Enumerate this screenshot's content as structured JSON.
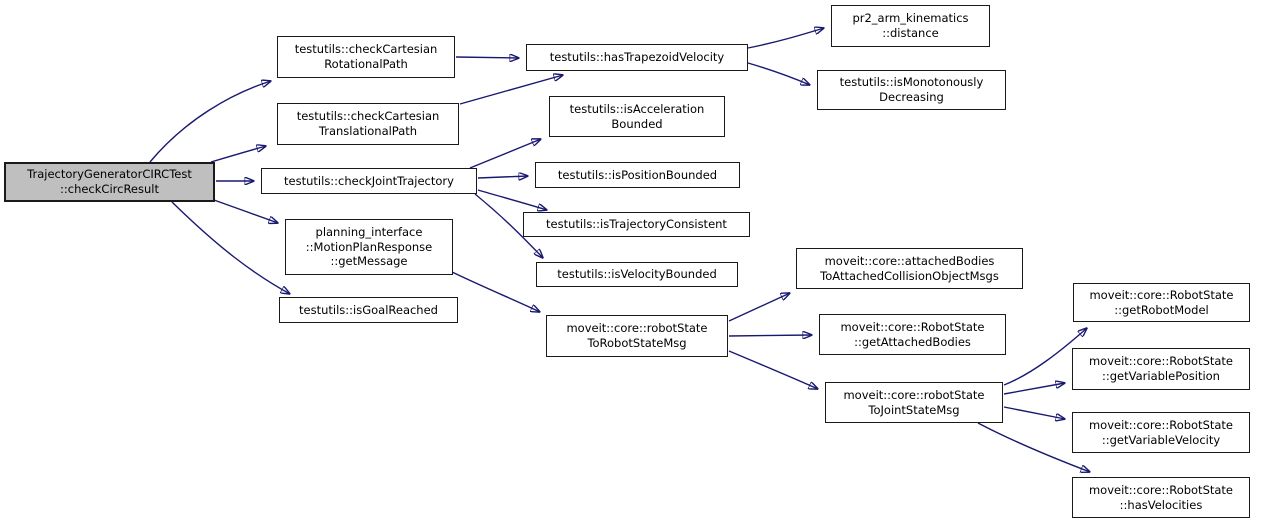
{
  "diagram": {
    "type": "call-graph",
    "colors": {
      "background": "#ffffff",
      "edge": "#191970",
      "node_border": "#1a1a1a",
      "node_fill": "#ffffff",
      "root_fill": "#bfbfbf",
      "text": "#000000"
    },
    "nodes": [
      {
        "id": "check-circ-result",
        "label": "TrajectoryGeneratorCIRCTest\n::checkCircResult",
        "root": true
      },
      {
        "id": "check-cartesian-rotational-path",
        "label": "testutils::checkCartesian\nRotationalPath"
      },
      {
        "id": "check-cartesian-translational-path",
        "label": "testutils::checkCartesian\nTranslationalPath"
      },
      {
        "id": "has-trapezoid-velocity",
        "label": "testutils::hasTrapezoidVelocity"
      },
      {
        "id": "pr2-arm-kinematics-distance",
        "label": "pr2_arm_kinematics\n::distance"
      },
      {
        "id": "is-monotonously-decreasing",
        "label": "testutils::isMonotonously\nDecreasing"
      },
      {
        "id": "check-joint-trajectory",
        "label": "testutils::checkJointTrajectory"
      },
      {
        "id": "is-acceleration-bounded",
        "label": "testutils::isAcceleration\nBounded"
      },
      {
        "id": "is-position-bounded",
        "label": "testutils::isPositionBounded"
      },
      {
        "id": "is-trajectory-consistent",
        "label": "testutils::isTrajectoryConsistent"
      },
      {
        "id": "is-velocity-bounded",
        "label": "testutils::isVelocityBounded"
      },
      {
        "id": "motion-plan-response-get-message",
        "label": "planning_interface\n::MotionPlanResponse\n::getMessage"
      },
      {
        "id": "is-goal-reached",
        "label": "testutils::isGoalReached"
      },
      {
        "id": "robot-state-to-robot-state-msg",
        "label": "moveit::core::robotState\nToRobotStateMsg"
      },
      {
        "id": "attached-bodies-to-attached-collision-object-msgs",
        "label": "moveit::core::attachedBodies\nToAttachedCollisionObjectMsgs"
      },
      {
        "id": "get-attached-bodies",
        "label": "moveit::core::RobotState\n::getAttachedBodies"
      },
      {
        "id": "robot-state-to-joint-state-msg",
        "label": "moveit::core::robotState\nToJointStateMsg"
      },
      {
        "id": "get-robot-model",
        "label": "moveit::core::RobotState\n::getRobotModel"
      },
      {
        "id": "get-variable-position",
        "label": "moveit::core::RobotState\n::getVariablePosition"
      },
      {
        "id": "get-variable-velocity",
        "label": "moveit::core::RobotState\n::getVariableVelocity"
      },
      {
        "id": "has-velocities",
        "label": "moveit::core::RobotState\n::hasVelocities"
      }
    ],
    "edges": [
      {
        "from": "check-circ-result",
        "to": "check-cartesian-rotational-path"
      },
      {
        "from": "check-circ-result",
        "to": "check-cartesian-translational-path"
      },
      {
        "from": "check-circ-result",
        "to": "check-joint-trajectory"
      },
      {
        "from": "check-circ-result",
        "to": "motion-plan-response-get-message"
      },
      {
        "from": "check-circ-result",
        "to": "is-goal-reached"
      },
      {
        "from": "check-cartesian-rotational-path",
        "to": "has-trapezoid-velocity"
      },
      {
        "from": "check-cartesian-translational-path",
        "to": "has-trapezoid-velocity"
      },
      {
        "from": "has-trapezoid-velocity",
        "to": "pr2-arm-kinematics-distance"
      },
      {
        "from": "has-trapezoid-velocity",
        "to": "is-monotonously-decreasing"
      },
      {
        "from": "check-joint-trajectory",
        "to": "is-acceleration-bounded"
      },
      {
        "from": "check-joint-trajectory",
        "to": "is-position-bounded"
      },
      {
        "from": "check-joint-trajectory",
        "to": "is-trajectory-consistent"
      },
      {
        "from": "check-joint-trajectory",
        "to": "is-velocity-bounded"
      },
      {
        "from": "motion-plan-response-get-message",
        "to": "robot-state-to-robot-state-msg"
      },
      {
        "from": "robot-state-to-robot-state-msg",
        "to": "attached-bodies-to-attached-collision-object-msgs"
      },
      {
        "from": "robot-state-to-robot-state-msg",
        "to": "get-attached-bodies"
      },
      {
        "from": "robot-state-to-robot-state-msg",
        "to": "robot-state-to-joint-state-msg"
      },
      {
        "from": "robot-state-to-joint-state-msg",
        "to": "get-robot-model"
      },
      {
        "from": "robot-state-to-joint-state-msg",
        "to": "get-variable-position"
      },
      {
        "from": "robot-state-to-joint-state-msg",
        "to": "get-variable-velocity"
      },
      {
        "from": "robot-state-to-joint-state-msg",
        "to": "has-velocities"
      }
    ]
  }
}
